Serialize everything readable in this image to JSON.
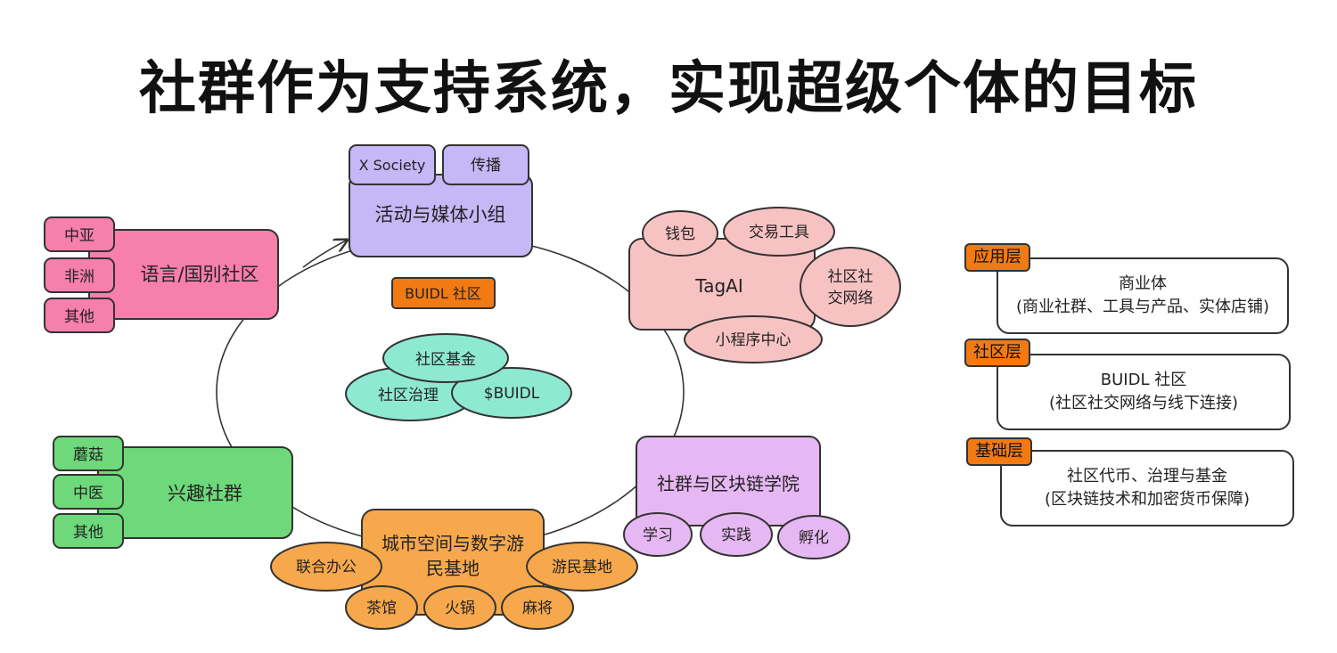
{
  "title": "社群作为支持系统，实现超级个体的目标",
  "center": {
    "buidl_tag": "BUIDL 社区",
    "fund": "社区基金",
    "governance": "社区治理",
    "token": "$BUIDL"
  },
  "media": {
    "label": "活动与媒体小组",
    "subs": [
      "X Society",
      "传播"
    ]
  },
  "language": {
    "label": "语言/国别社区",
    "subs": [
      "中亚",
      "非洲",
      "其他"
    ]
  },
  "interest": {
    "label": "兴趣社群",
    "subs": [
      "蘑菇",
      "中医",
      "其他"
    ]
  },
  "tagai": {
    "label": "TagAI",
    "subs": [
      "钱包",
      "交易工具",
      "社区社交网络",
      "小程序中心"
    ]
  },
  "city": {
    "label_line1": "城市空间与数字游",
    "label_line2": "民基地",
    "subs": [
      "联合办公",
      "游民基地",
      "茶馆",
      "火锅",
      "麻将"
    ]
  },
  "academy": {
    "label": "社群与区块链学院",
    "subs": [
      "学习",
      "实践",
      "孵化"
    ]
  },
  "legend": [
    {
      "tag": "应用层",
      "line1": "商业体",
      "line2": "(商业社群、工具与产品、实体店铺)"
    },
    {
      "tag": "社区层",
      "line1": "BUIDL 社区",
      "line2": "(社区社交网络与线下连接)"
    },
    {
      "tag": "基础层",
      "line1": "社区代币、治理与基金",
      "line2": "(区块链技术和加密货币保障)"
    }
  ],
  "colors": {
    "media": "#c6b7f6",
    "language": "#f67fab",
    "interest": "#6dd97a",
    "tagai": "#f7c3c2",
    "city": "#f7a84c",
    "academy": "#e6b8f3",
    "core": "#8ee9d2",
    "accent": "#f37a12"
  }
}
